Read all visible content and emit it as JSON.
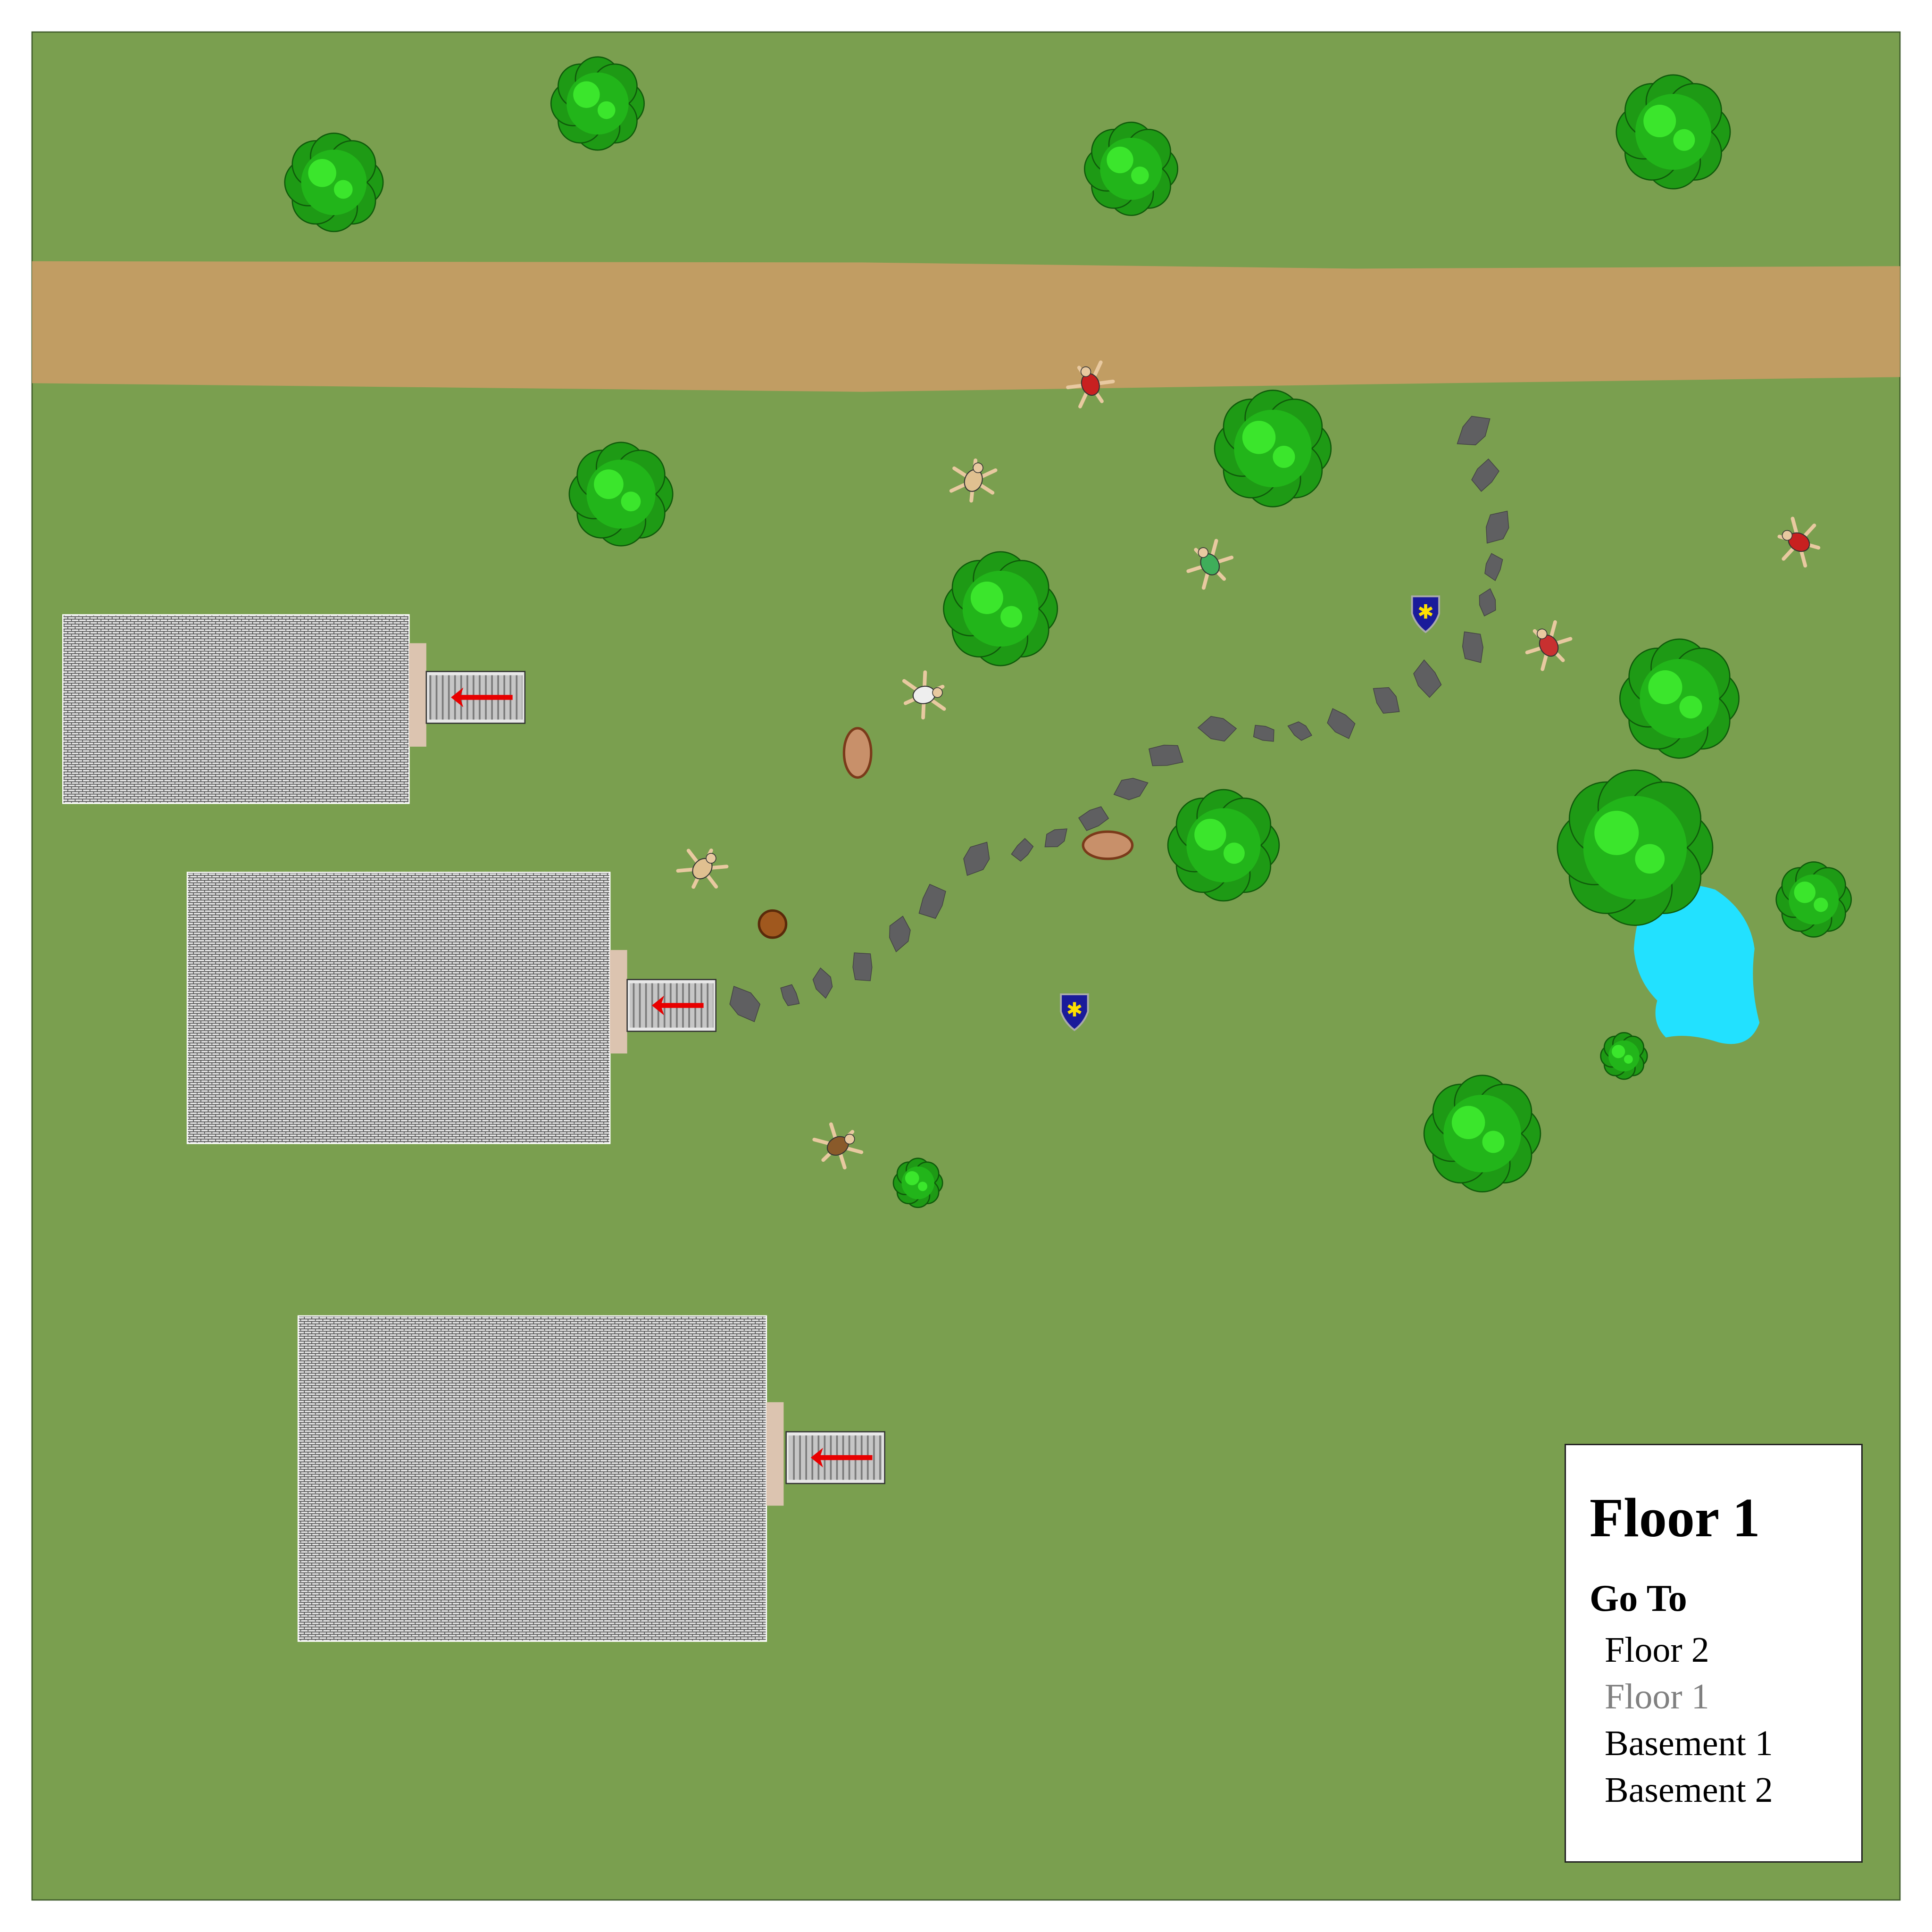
{
  "map": {
    "colors": {
      "grass": "#7a9f4f",
      "road": "#c19d63",
      "stone": "#5f5f61",
      "water": "#22e1ff",
      "tree": "#22b51a",
      "roof": "#cfcfcf",
      "landing": "#dcc4b0",
      "arrow": "#e80000",
      "shield": "#1a1a9a"
    }
  },
  "legend": {
    "title": "Floor 1",
    "goto_label": "Go To",
    "items": [
      {
        "label": "Floor 2",
        "current": false
      },
      {
        "label": "Floor 1",
        "current": true
      },
      {
        "label": "Basement 1",
        "current": false
      },
      {
        "label": "Basement 2",
        "current": false
      }
    ]
  }
}
